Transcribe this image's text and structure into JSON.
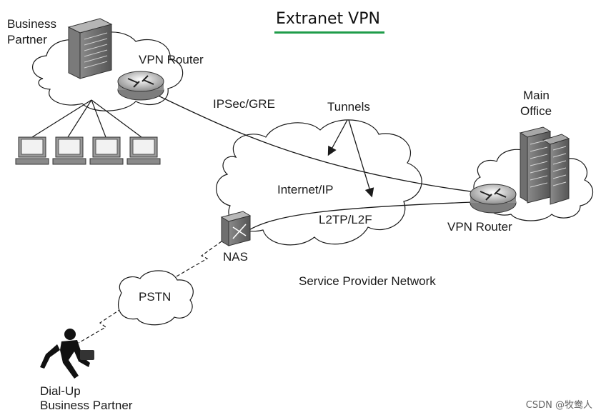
{
  "title": "Extranet VPN",
  "labels": {
    "business_partner": [
      "Business",
      "Partner"
    ],
    "vpn_router_left": "VPN Router",
    "ipsec_gre": "IPSec/GRE",
    "tunnels": "Tunnels",
    "main_office": [
      "Main",
      "Office"
    ],
    "internet_ip": "Internet/IP",
    "l2tp_l2f": "L2TP/L2F",
    "vpn_router_right": "VPN Router",
    "nas": "NAS",
    "service_provider_network": "Service Provider Network",
    "pstn": "PSTN",
    "dialup_partner": [
      "Dial-Up",
      "Business Partner"
    ]
  },
  "watermark": "CSDN @牧鸯人",
  "colors": {
    "title_underline": "#1f9c4a",
    "line": "#1a1a1a"
  }
}
